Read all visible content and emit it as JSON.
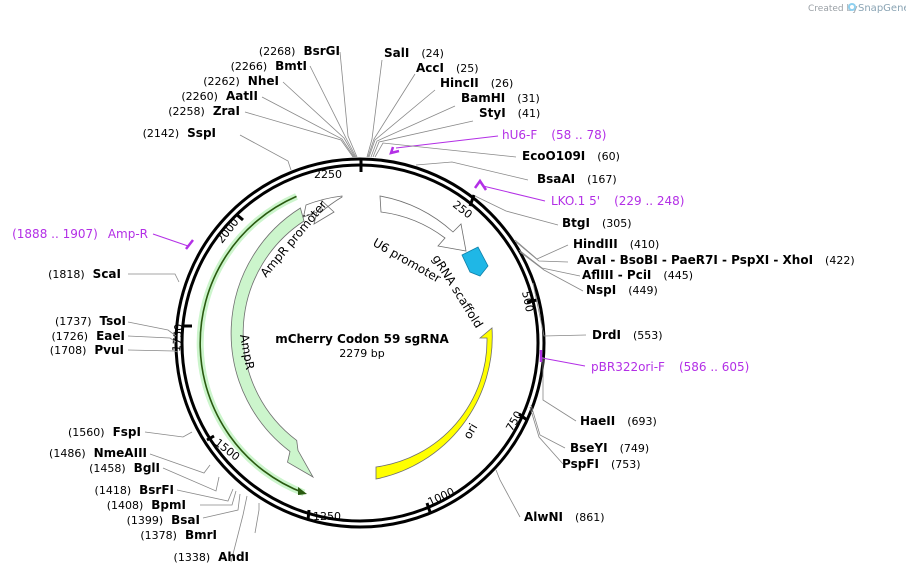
{
  "credit": {
    "prefix": "Created by",
    "brand": "SnapGene"
  },
  "plasmid": {
    "name": "mCherry Codon 59 sgRNA",
    "length_label": "2279 bp"
  },
  "ticks": [
    "250",
    "500",
    "750",
    "1000",
    "1250",
    "1500",
    "1750",
    "2000",
    "2250"
  ],
  "sites": [
    {
      "name": "SalI",
      "pos": "(24)"
    },
    {
      "name": "AccI",
      "pos": "(25)"
    },
    {
      "name": "HincII",
      "pos": "(26)"
    },
    {
      "name": "BamHI",
      "pos": "(31)"
    },
    {
      "name": "StyI",
      "pos": "(41)"
    },
    {
      "name": "EcoO109I",
      "pos": "(60)"
    },
    {
      "name": "BsaAI",
      "pos": "(167)"
    },
    {
      "name": "BtgI",
      "pos": "(305)"
    },
    {
      "name": "HindIII",
      "pos": "(410)"
    },
    {
      "name": "AvaI  - BsoBI  - PaeR7I  - PspXI  - XhoI",
      "pos": "(422)"
    },
    {
      "name": "AflIII  - PciI",
      "pos": "(445)"
    },
    {
      "name": "NspI",
      "pos": "(449)"
    },
    {
      "name": "DrdI",
      "pos": "(553)"
    },
    {
      "name": "HaeII",
      "pos": "(693)"
    },
    {
      "name": "BseYI",
      "pos": "(749)"
    },
    {
      "name": "PspFI",
      "pos": "(753)"
    },
    {
      "name": "AlwNI",
      "pos": "(861)"
    },
    {
      "name": "AhdI",
      "pos": "(1338)"
    },
    {
      "name": "BmrI",
      "pos": "(1378)"
    },
    {
      "name": "BsaI",
      "pos": "(1399)"
    },
    {
      "name": "BpmI",
      "pos": "(1408)"
    },
    {
      "name": "BsrFI",
      "pos": "(1418)"
    },
    {
      "name": "BglI",
      "pos": "(1458)"
    },
    {
      "name": "NmeAIII",
      "pos": "(1486)"
    },
    {
      "name": "FspI",
      "pos": "(1560)"
    },
    {
      "name": "PvuI",
      "pos": "(1708)"
    },
    {
      "name": "EaeI",
      "pos": "(1726)"
    },
    {
      "name": "TsoI",
      "pos": "(1737)"
    },
    {
      "name": "ScaI",
      "pos": "(1818)"
    },
    {
      "name": "SspI",
      "pos": "(2142)"
    },
    {
      "name": "ZraI",
      "pos": "(2258)"
    },
    {
      "name": "AatII",
      "pos": "(2260)"
    },
    {
      "name": "NheI",
      "pos": "(2262)"
    },
    {
      "name": "BmtI",
      "pos": "(2266)"
    },
    {
      "name": "BsrGI",
      "pos": "(2268)"
    }
  ],
  "primers": [
    {
      "name": "hU6-F",
      "range": "(58 .. 78)"
    },
    {
      "name": "LKO.1 5'",
      "range": "(229 .. 248)"
    },
    {
      "name": "pBR322ori-F",
      "range": "(586 .. 605)"
    },
    {
      "name": "Amp-R",
      "range": "(1888 .. 1907)"
    }
  ],
  "features": [
    {
      "name": "U6 promoter",
      "color": "#ffffff"
    },
    {
      "name": "gRNA scaffold",
      "color": "#1fb7e6"
    },
    {
      "name": "ori",
      "color": "#ffff00"
    },
    {
      "name": "AmpR",
      "color": "#ccf5cc"
    },
    {
      "name": "AmpR promoter",
      "color": "#ffffff"
    }
  ],
  "colors": {
    "primer": "#b32fe6",
    "backbone": "#000000",
    "cds_outline": "#7fd27f"
  }
}
